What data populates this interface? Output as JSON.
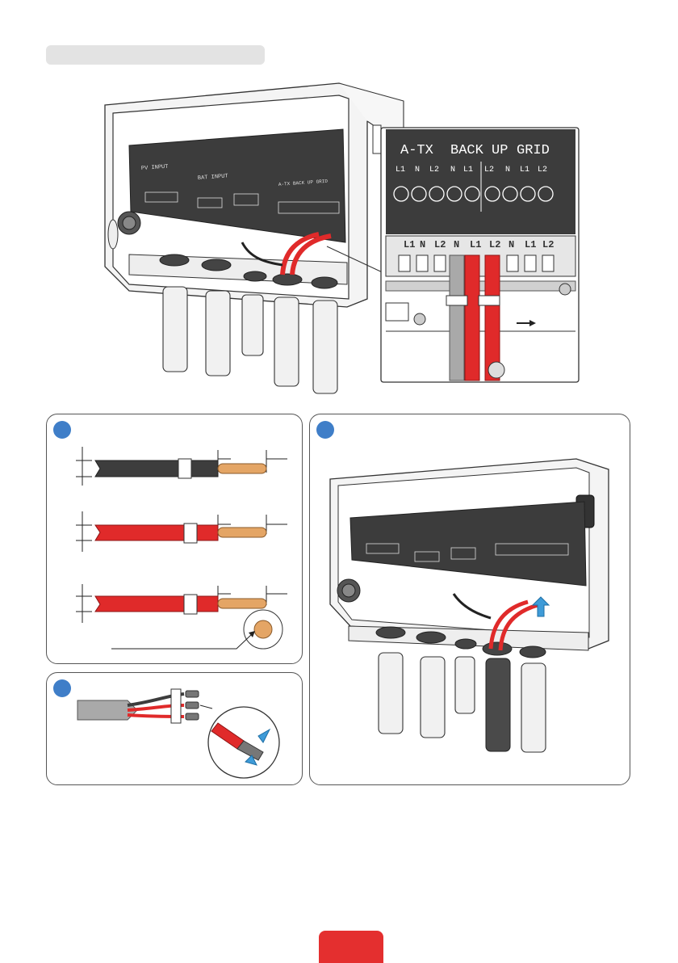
{
  "terminal_labels": {
    "groups": [
      "A-TX",
      "BACK UP",
      "GRID"
    ],
    "pins": [
      "L1",
      "N",
      "L2",
      "N",
      "L1",
      "L2",
      "N",
      "L1",
      "L2"
    ],
    "strip": [
      "L1",
      "N",
      "L2",
      "N",
      "L1",
      "L2",
      "N",
      "L1",
      "L2"
    ]
  },
  "board": {
    "pv_input": "PV INPUT",
    "bat_input": "BAT INPUT",
    "mini_groups": "A-TX BACK UP GRID"
  },
  "colors": {
    "step_badge": "#3f7ec8",
    "wire_red": "#e02a2a",
    "wire_grey": "#a9a9a9",
    "wire_black": "#3d3d3d",
    "copper": "#e4a565",
    "cover": "#3c3c3c",
    "page_tab": "#e42f2f",
    "arrow_blue": "#3e9bd8"
  },
  "icons": [
    "arrow-right-icon",
    "crimp-arrow-icon",
    "upward-arrow-icon"
  ]
}
